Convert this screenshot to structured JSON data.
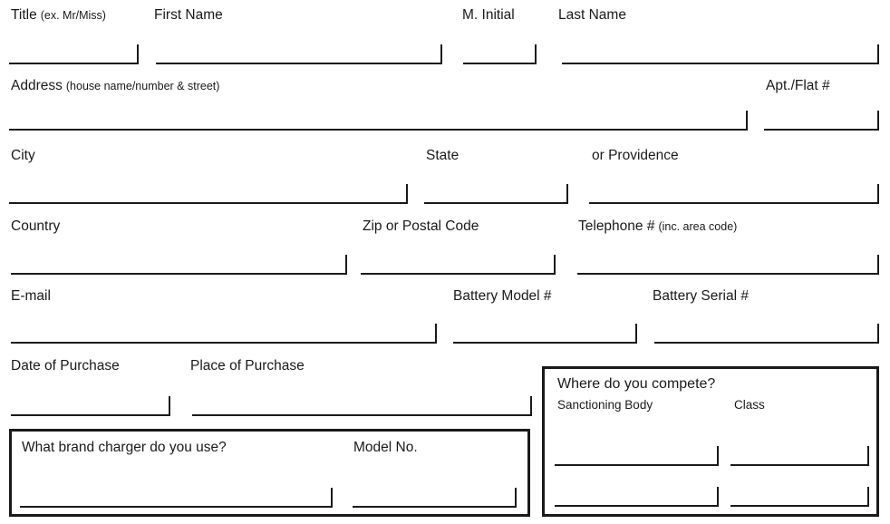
{
  "labels": {
    "title": "Title",
    "title_hint": "(ex. Mr/Miss)",
    "first_name": "First Name",
    "m_initial": "M. Initial",
    "last_name": "Last Name",
    "address": "Address",
    "address_hint": "(house name/number & street)",
    "apt_flat": "Apt./Flat #",
    "city": "City",
    "state": "State",
    "or_providence": "or Providence",
    "country": "Country",
    "zip": "Zip or Postal Code",
    "telephone": "Telephone #",
    "telephone_hint": "(inc. area code)",
    "email": "E-mail",
    "battery_model": "Battery Model #",
    "battery_serial": "Battery Serial #",
    "date_of_purchase": "Date of Purchase",
    "place_of_purchase": "Place of Purchase"
  },
  "compete_box": {
    "title": "Where do you compete?",
    "col1": "Sanctioning Body",
    "col2": "Class"
  },
  "charger_box": {
    "question": "What brand charger do you use?",
    "model": "Model No."
  },
  "colors": {
    "ink": "#1a1a1a",
    "background": "#ffffff"
  }
}
